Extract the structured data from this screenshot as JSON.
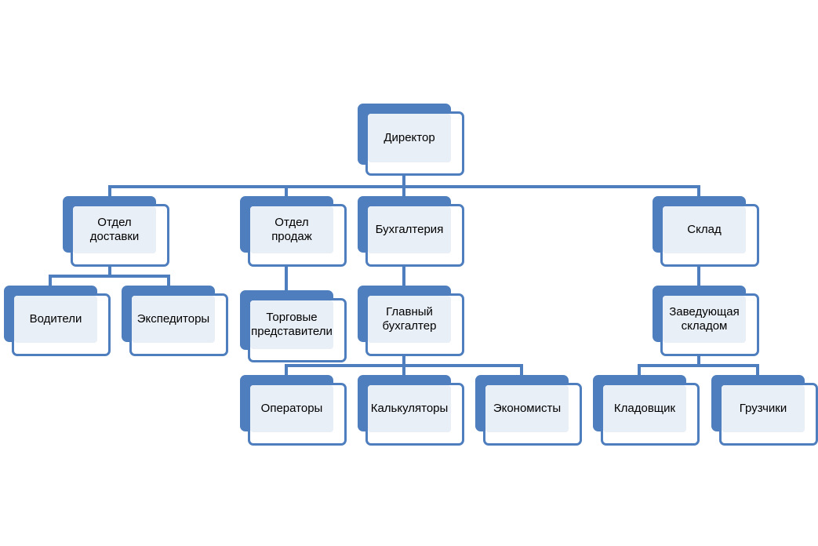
{
  "diagram": {
    "type": "org-chart",
    "colors": {
      "line": "#4e7ebd",
      "shadow": "#4e7ebd",
      "fill": "#e9eff7",
      "border": "#4e7ebd"
    },
    "nodes": {
      "director": "Директор",
      "delivery_dept": "Отдел доставки",
      "sales_dept": "Отдел продаж",
      "accounting": "Бухгалтерия",
      "warehouse": "Склад",
      "drivers": "Водители",
      "forwarders": "Экспедиторы",
      "sales_reps": "Торговые представители",
      "chief_accountant": "Главный бухгалтер",
      "warehouse_manager": "Заведующая складом",
      "operators": "Операторы",
      "calculators": "Калькуляторы",
      "economists": "Экономисты",
      "storekeeper": "Кладовщик",
      "loaders": "Грузчики"
    },
    "edges": [
      [
        "director",
        "delivery_dept"
      ],
      [
        "director",
        "sales_dept"
      ],
      [
        "director",
        "accounting"
      ],
      [
        "director",
        "warehouse"
      ],
      [
        "delivery_dept",
        "drivers"
      ],
      [
        "delivery_dept",
        "forwarders"
      ],
      [
        "sales_dept",
        "sales_reps"
      ],
      [
        "accounting",
        "chief_accountant"
      ],
      [
        "chief_accountant",
        "operators"
      ],
      [
        "chief_accountant",
        "calculators"
      ],
      [
        "chief_accountant",
        "economists"
      ],
      [
        "warehouse",
        "warehouse_manager"
      ],
      [
        "warehouse_manager",
        "storekeeper"
      ],
      [
        "warehouse_manager",
        "loaders"
      ]
    ]
  }
}
